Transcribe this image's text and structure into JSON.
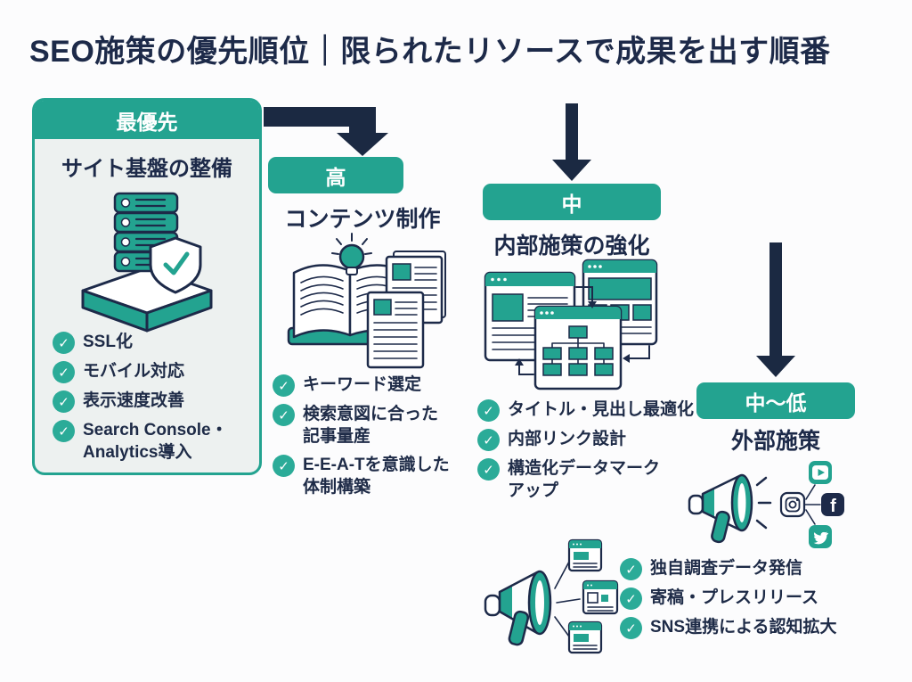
{
  "title": "SEO施策の優先順位｜限られたリソースで成果を出す順番",
  "colors": {
    "teal": "#23a390",
    "navy": "#1d2a49",
    "card_bg": "#edf1f0",
    "check": "#2bab98"
  },
  "icons": {
    "check": "✓",
    "column_icons": [
      "server-stack-shield-icon",
      "book-lightbulb-articles-icon",
      "browser-sitemap-icon",
      "megaphone-social-icon"
    ],
    "social": [
      "youtube-icon",
      "instagram-icon",
      "facebook-icon",
      "twitter-icon"
    ]
  },
  "columns": [
    {
      "priority_label": "最優先",
      "heading": "サイト基盤の整備",
      "items": [
        "SSL化",
        "モバイル対応",
        "表示速度改善",
        "Search Console・Analytics導入"
      ]
    },
    {
      "priority_label": "高",
      "heading": "コンテンツ制作",
      "items": [
        "キーワード選定",
        "検索意図に合った記事量産",
        "E-E-A-Tを意識した体制構築"
      ]
    },
    {
      "priority_label": "中",
      "heading": "内部施策の強化",
      "items": [
        "タイトル・見出し最適化",
        "内部リンク設計",
        "構造化データマークアップ"
      ]
    },
    {
      "priority_label": "中〜低",
      "heading": "外部施策",
      "items": [
        "独自調査データ発信",
        "寄稿・プレスリリース",
        "SNS連携による認知拡大"
      ]
    }
  ]
}
